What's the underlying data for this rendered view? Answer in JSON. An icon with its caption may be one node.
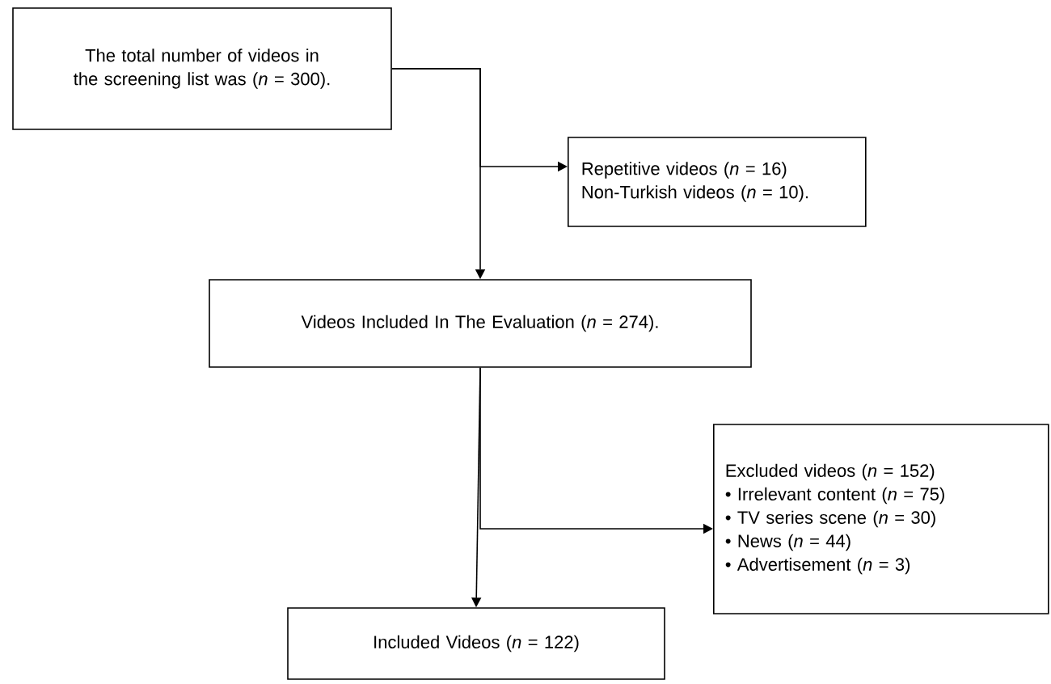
{
  "diagram": {
    "nodes": [
      {
        "text": [
          "The total number of videos in the screening list was (*n* = 300)."
        ]
      },
      {
        "text": [
          "Repetitive videos (*n* = 16)",
          "Non-Turkish videos (*n* = 10)."
        ]
      },
      {
        "text": [
          "Videos Included In The Evaluation (*n* = 274)."
        ]
      },
      {
        "text": [
          "Excluded videos (*n* = 152)",
          "• Irrelevant content (*n* = 75)",
          "• TV series scene (*n* = 30)",
          "• News (*n* = 44)",
          "• Advertisement (*n* = 3)"
        ]
      },
      {
        "text": [
          "Included Videos (*n* = 122)"
        ]
      }
    ],
    "edges": [
      {
        "from": 0,
        "to": 2,
        "arrow": "to"
      },
      {
        "from": 0,
        "to": 1,
        "arrow": "to"
      },
      {
        "from": 2,
        "to": 4,
        "arrow": "to"
      },
      {
        "from": 2,
        "to": 3,
        "arrow": "to"
      }
    ]
  }
}
